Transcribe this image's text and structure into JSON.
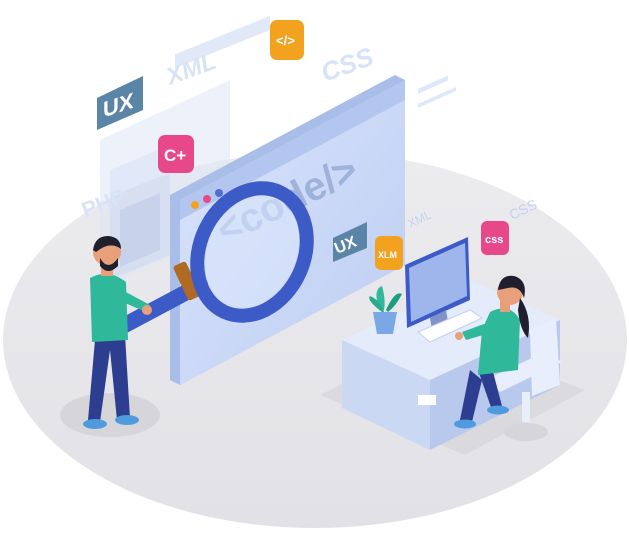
{
  "illustration": {
    "main_window": {
      "code_label": "<code/>"
    },
    "floating_tags": {
      "ux_left": "UX",
      "xml_top": "XML",
      "css_top": "CSS",
      "php_left": "PHP",
      "cplus_badge": "C+",
      "code_badge": "</>",
      "ux_window": "UX",
      "xml_small": "XML",
      "css_small": "CSS",
      "xlm_badge": "XLM",
      "css_badge": "css"
    },
    "colors": {
      "floor": "#e8e8eb",
      "window_blue": "#c7d5f5",
      "accent_blue": "#4f6ed1",
      "pink_badge": "#e6488a",
      "orange_badge": "#f2a21e",
      "teal_shirt": "#2fb99a",
      "navy": "#2d3d8f"
    }
  }
}
